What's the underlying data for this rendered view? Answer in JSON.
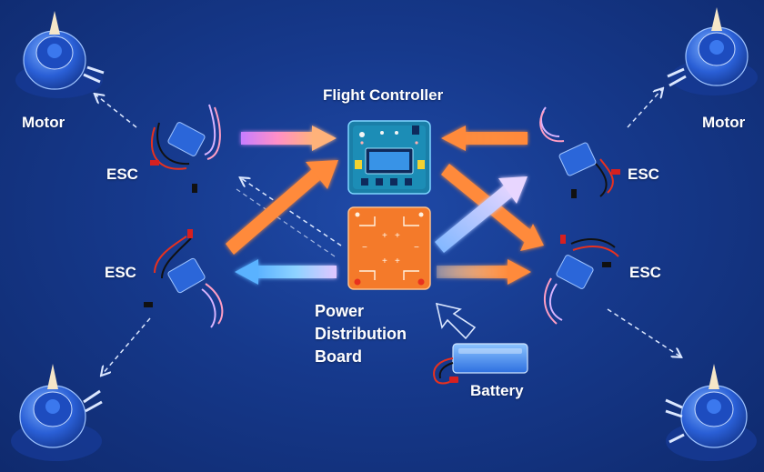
{
  "labels": {
    "flight_controller": "Flight Controller",
    "pdb_line1": "Power",
    "pdb_line2": "Distribution",
    "pdb_line3": "Board",
    "battery": "Battery",
    "motor_tl": "Motor",
    "motor_tr": "Motor",
    "esc_tl": "ESC",
    "esc_tr": "ESC",
    "esc_bl": "ESC",
    "esc_br": "ESC"
  },
  "colors": {
    "background": "#16398c",
    "power_arrow": "#ff9a4d",
    "signal_arrow": "#9fd8ff",
    "fc_board": "#1a7fa8",
    "pdb_board": "#f47a2a",
    "esc_body": "#2b66d9",
    "motor_body": "#2f6fe0",
    "battery_body": "#3d8cf2"
  },
  "icons": [
    "motor-icon",
    "esc-icon",
    "flight-controller-icon",
    "pdb-icon",
    "battery-icon"
  ]
}
